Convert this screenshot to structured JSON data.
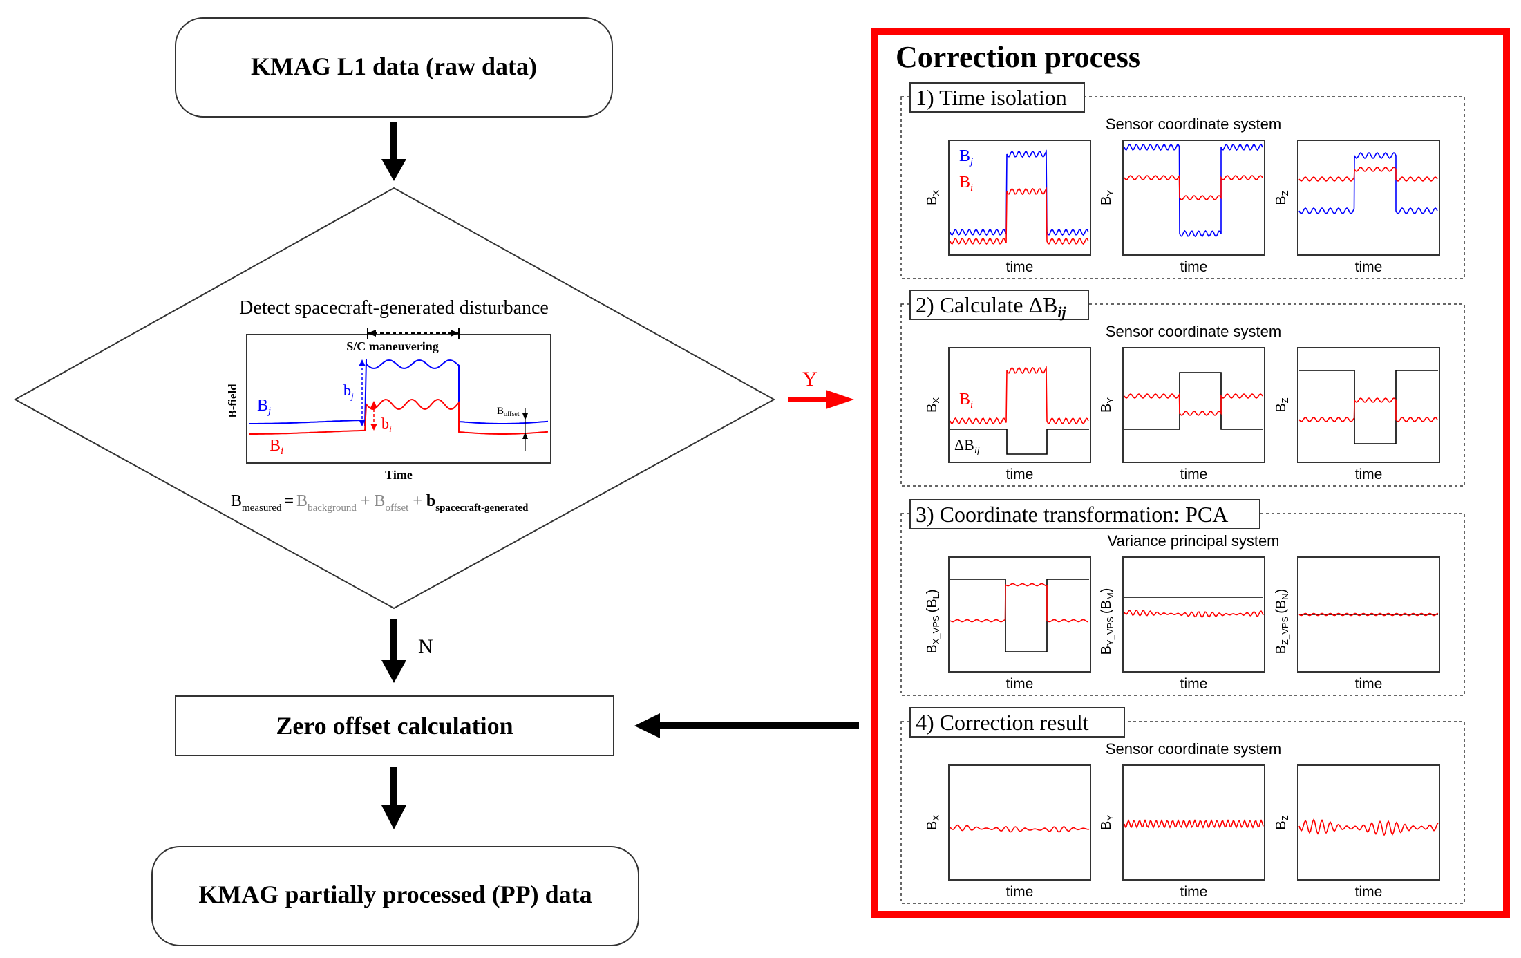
{
  "flowchart": {
    "start_label": "KMAG L1 data (raw data)",
    "decision_label": "Detect spacecraft-generated disturbance",
    "zero_offset_label": "Zero offset calculation",
    "end_label": "KMAG partially processed (PP) data",
    "yes_label": "Y",
    "no_label": "N"
  },
  "inset": {
    "maneuver_label": "S/C maneuvering",
    "ylabel": "B-field",
    "xlabel": "Time",
    "bj": {
      "base": "B",
      "sub": "j"
    },
    "bi": {
      "base": "B",
      "sub": "i"
    },
    "small_bj": {
      "base": "b",
      "sub": "j"
    },
    "small_bi": {
      "base": "b",
      "sub": "i"
    },
    "offset": {
      "base": "B",
      "sub": "offset"
    }
  },
  "equation": {
    "lhs": {
      "base": "B",
      "sub": "measured"
    },
    "eq": "=",
    "t1": {
      "base": "B",
      "sub": "background"
    },
    "plus1": "+",
    "t2": {
      "base": "B",
      "sub": "offset"
    },
    "plus2": "+",
    "t3": {
      "base": "b",
      "sub": "spacecraft-generated"
    }
  },
  "correction": {
    "title": "Correction process",
    "frame_color": "#ff0000",
    "steps": [
      {
        "label": "1) Time isolation",
        "system": "Sensor coordinate system"
      },
      {
        "label": "2) Calculate ΔB",
        "label_sub": "ij",
        "system": "Sensor coordinate system"
      },
      {
        "label": "3) Coordinate transformation: PCA",
        "system": "Variance principal system"
      },
      {
        "label": "4) Correction result",
        "system": "Sensor coordinate system"
      }
    ],
    "time_label": "time",
    "axis": {
      "bx": {
        "base": "B",
        "sub": "X"
      },
      "by": {
        "base": "B",
        "sub": "Y"
      },
      "bz": {
        "base": "B",
        "sub": "Z"
      },
      "bx_vps": {
        "base": "B",
        "sub": "X_VPS",
        "paren": "B",
        "psub": "L"
      },
      "by_vps": {
        "base": "B",
        "sub": "Y_VPS",
        "paren": "B",
        "psub": "M"
      },
      "bz_vps": {
        "base": "B",
        "sub": "Z_VPS",
        "paren": "B",
        "psub": "N"
      }
    },
    "legend_bj": {
      "base": "B",
      "sub": "j"
    },
    "legend_bi": {
      "base": "B",
      "sub": "i"
    },
    "delta_label": {
      "base": "ΔB",
      "sub": "ij"
    }
  },
  "colors": {
    "bj": "#0000ff",
    "bi": "#ff0000",
    "delta": "#000000"
  }
}
